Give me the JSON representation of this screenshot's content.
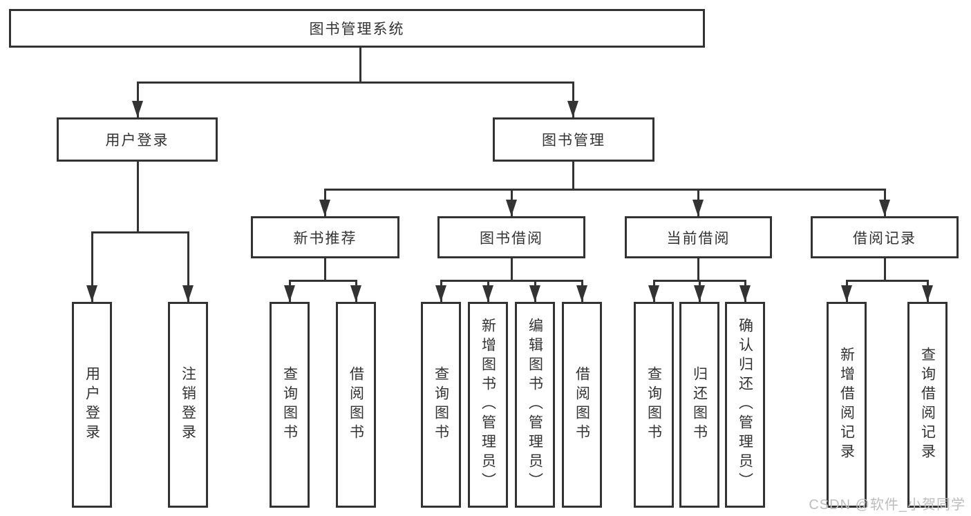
{
  "diagram_title": "图书管理系统",
  "tree": {
    "label": "图书管理系统",
    "children": [
      {
        "label": "用户登录",
        "children": [
          {
            "label": "用户登录"
          },
          {
            "label": "注销登录"
          }
        ]
      },
      {
        "label": "图书管理",
        "children": [
          {
            "label": "新书推荐",
            "children": [
              {
                "label": "查询图书"
              },
              {
                "label": "借阅图书"
              }
            ]
          },
          {
            "label": "图书借阅",
            "children": [
              {
                "label": "查询图书"
              },
              {
                "label": "新增图书（管理员）"
              },
              {
                "label": "编辑图书（管理员）"
              },
              {
                "label": "借阅图书"
              }
            ]
          },
          {
            "label": "当前借阅",
            "children": [
              {
                "label": "查询图书"
              },
              {
                "label": "归还图书"
              },
              {
                "label": "确认归还（管理员）"
              }
            ]
          },
          {
            "label": "借阅记录",
            "children": [
              {
                "label": "新增借阅记录"
              },
              {
                "label": "查询借阅记录"
              }
            ]
          }
        ]
      }
    ]
  },
  "watermark": {
    "text": "CSDN @软件_小贺同学"
  },
  "colors": {
    "line": "#333333",
    "text": "#333333",
    "watermark": "#bdbdbd",
    "background": "#ffffff"
  }
}
